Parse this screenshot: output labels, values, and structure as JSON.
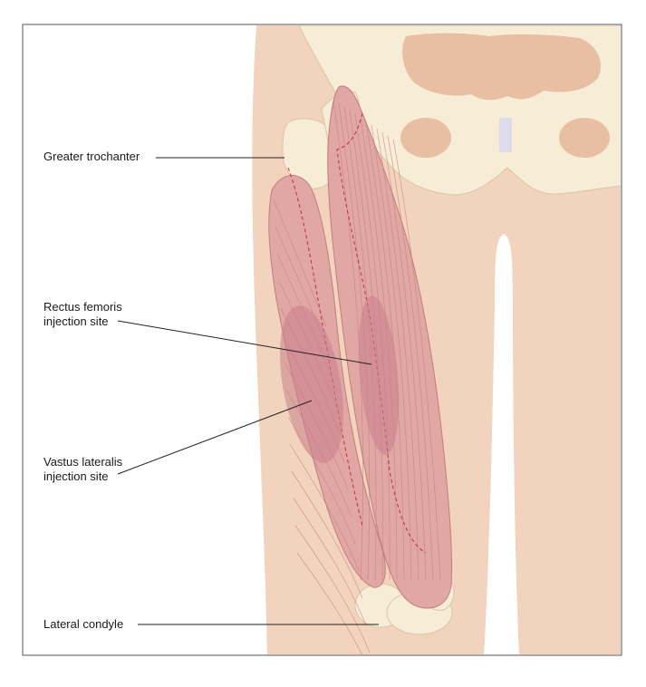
{
  "labels": {
    "greater_trochanter": "Greater trochanter",
    "rectus_femoris": "Rectus femoris\ninjection site",
    "vastus_lateralis": "Vastus lateralis\ninjection site",
    "lateral_condyle": "Lateral condyle"
  },
  "colors": {
    "skin": "#f2d3bd",
    "skin_shadow": "#e9bfa3",
    "bone": "#f7ecd6",
    "bone_outline": "#d8c6a6",
    "muscle": "#e0a7a4",
    "muscle_line": "#c47c7b",
    "injection_site": "#c9808c",
    "nerve_dash": "#c0303a",
    "cartilage": "#dcdcea"
  }
}
